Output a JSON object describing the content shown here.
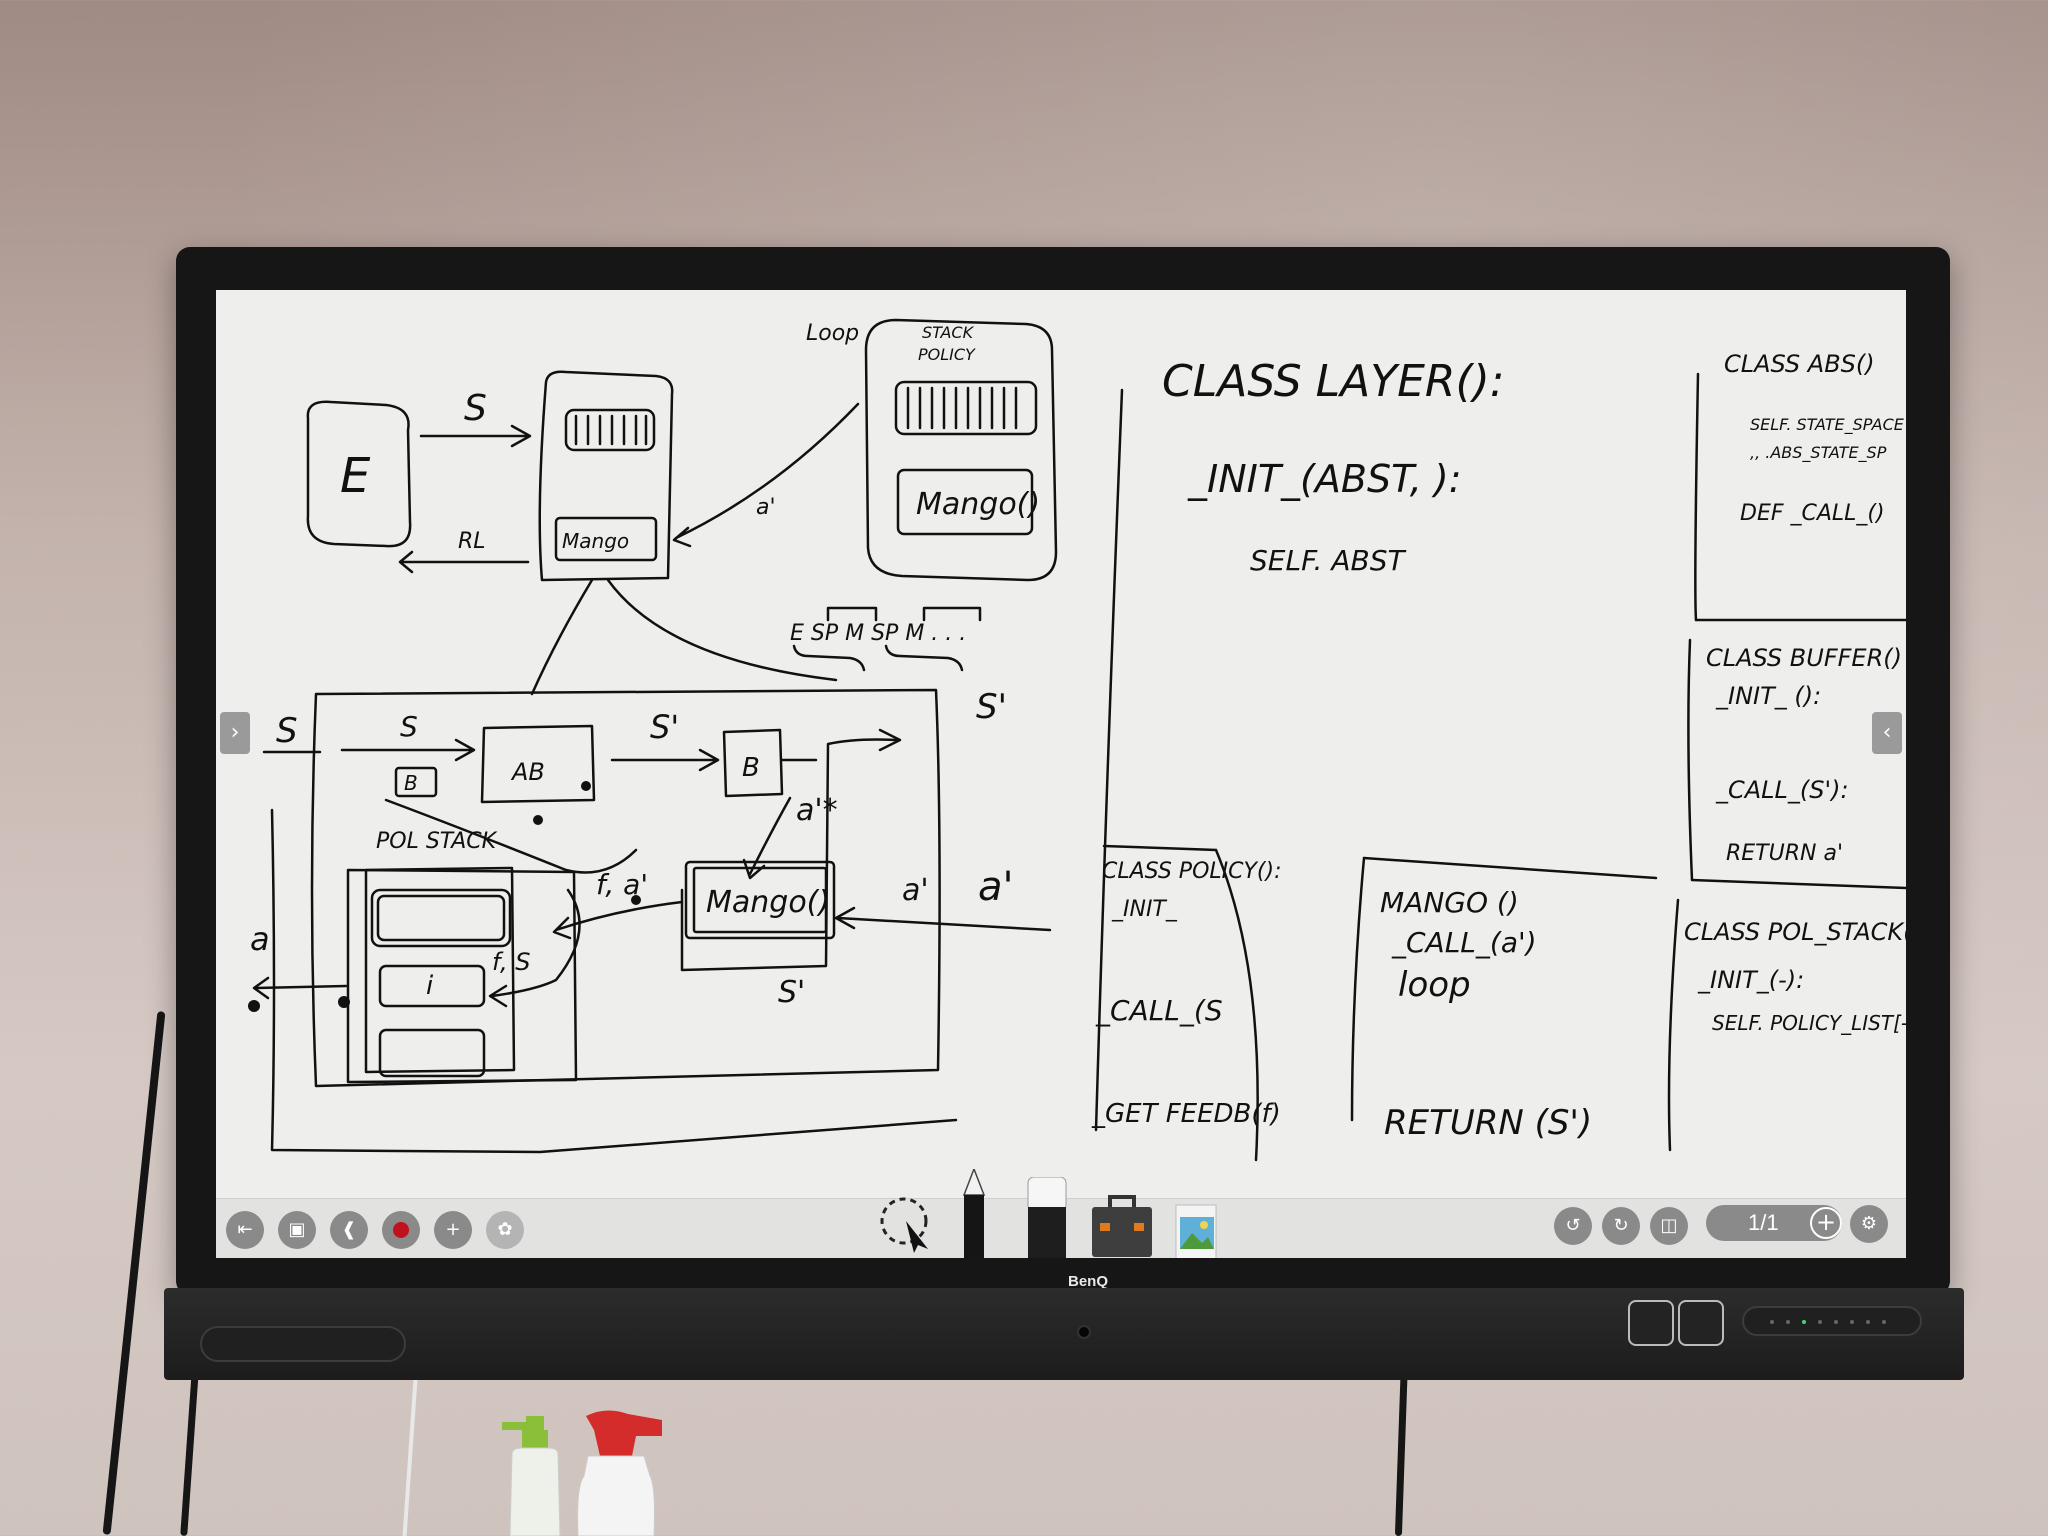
{
  "display": {
    "brand": "BenQ",
    "page_indicator": "1/1"
  },
  "whiteboard": {
    "diagram_top": {
      "env_box": "E",
      "arrow_top": "S",
      "arrow_bottom": "RL",
      "agent_box": "Mango",
      "loop_note": "Loop",
      "stack_title_1": "STACK",
      "stack_title_2": "POLICY",
      "stack_inner": "Mango()",
      "arrow_a": "a'",
      "sequence": "E  SP  M  SP  M  . . ."
    },
    "diagram_bottom": {
      "input_s": "S",
      "inner_s": "S",
      "ab_box": "AB",
      "s_prime": "S'",
      "b_box": "B",
      "a_star": "a'*",
      "out_s_prime": "S'",
      "b_small": "B",
      "pol_stack": "POL STACK",
      "f_a": "f, a'",
      "mango_box": "Mango()",
      "a_prime_1": "a'",
      "a_prime_2": "a'",
      "f_s": "f, S",
      "i_box": "i",
      "s_prime_low": "S'",
      "out_a": "a"
    },
    "code_layer": {
      "line1": "CLASS   LAYER():",
      "line2": "_INIT_(ABST,        ):",
      "line3": "SELF. ABST"
    },
    "code_abs": {
      "line1": "CLASS ABS()",
      "line2": "SELF. STATE_SPACE",
      "line3": ",, .ABS_STATE_SP",
      "line4": "DEF _CALL_()"
    },
    "code_buffer": {
      "line1": "CLASS BUFFER()",
      "line2": "_INIT_ ():",
      "line3": "_CALL_(S'):",
      "line4": "RETURN a'"
    },
    "code_policy": {
      "line1": "CLASS POLICY():",
      "line2": "_INIT_",
      "line3": "_CALL_(S",
      "line4": "_GET FEEDB(f)"
    },
    "code_mango": {
      "line1": "MANGO ()",
      "line2": "_CALL_(a')",
      "line3": "loop",
      "line4": "RETURN (S')"
    },
    "code_polstack": {
      "line1": "CLASS POL_STACK()",
      "line2": "_INIT_(-):",
      "line3": "SELF. POLICY_LIST[-]"
    }
  },
  "toolbar": {
    "left_icons": [
      "exit-icon",
      "save-icon",
      "share-icon",
      "record-icon",
      "add-user-icon",
      "more-apps-icon"
    ],
    "center_tools": [
      "select-tool",
      "pen-tool",
      "eraser-tool",
      "toolbox-tool",
      "image-tool"
    ],
    "right_icons": [
      "undo-icon",
      "redo-icon",
      "page-view-icon",
      "add-page-icon",
      "settings-icon"
    ]
  },
  "colors": {
    "screen": "#eeeeec",
    "ink": "#111111",
    "bezel": "#161616",
    "record_dot": "#c0121c",
    "bottle_green": "#8bbf3a",
    "trigger_red": "#d42b2b"
  }
}
